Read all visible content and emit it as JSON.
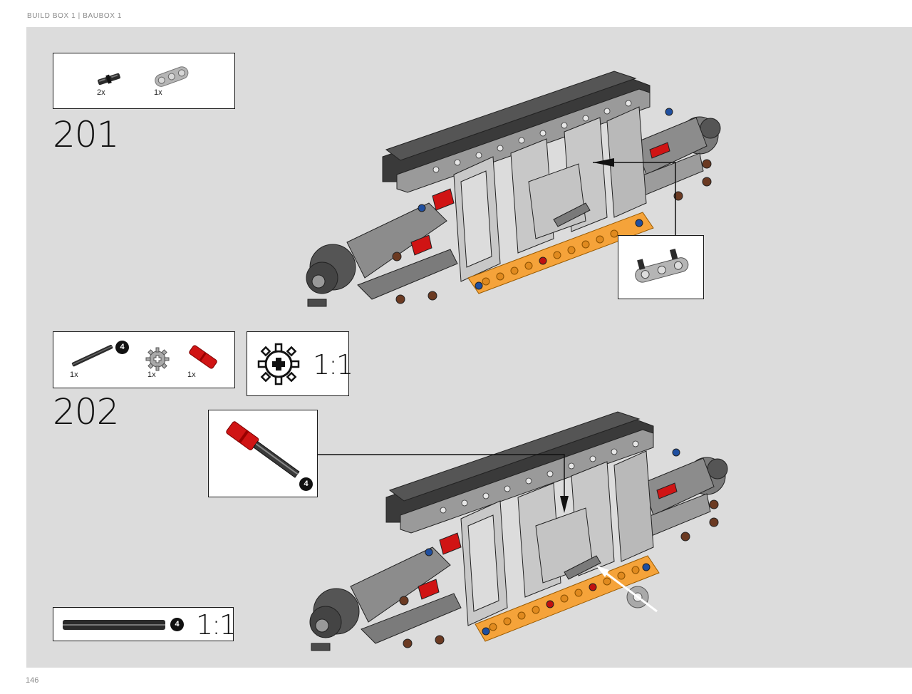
{
  "header": {
    "title": "BUILD BOX 1  |  BAUBOX 1"
  },
  "page": {
    "number": "146"
  },
  "steps": [
    {
      "number": "201",
      "parts": [
        {
          "qty": "2x",
          "icon": "black-friction-pin-icon"
        },
        {
          "qty": "1x",
          "icon": "gray-3l-beam-icon"
        }
      ],
      "callout": {
        "icon": "beam-with-pins-subassembly-icon"
      }
    },
    {
      "number": "202",
      "parts": [
        {
          "qty": "1x",
          "icon": "black-axle-icon",
          "badge": "4"
        },
        {
          "qty": "1x",
          "icon": "gray-12-tooth-gear-icon"
        },
        {
          "qty": "1x",
          "icon": "red-axle-connector-icon"
        }
      ],
      "gear_scale": {
        "ratio": "1:1"
      },
      "callout": {
        "badge": "4"
      },
      "axle_scale": {
        "badge": "4",
        "ratio": "1:1"
      }
    }
  ],
  "colors": {
    "stage": "#dcdcdc",
    "orange_beam": "#f5a33a",
    "red_part": "#d01414",
    "dark_gray": "#3a3a3a",
    "light_gray": "#b9b9b9"
  }
}
